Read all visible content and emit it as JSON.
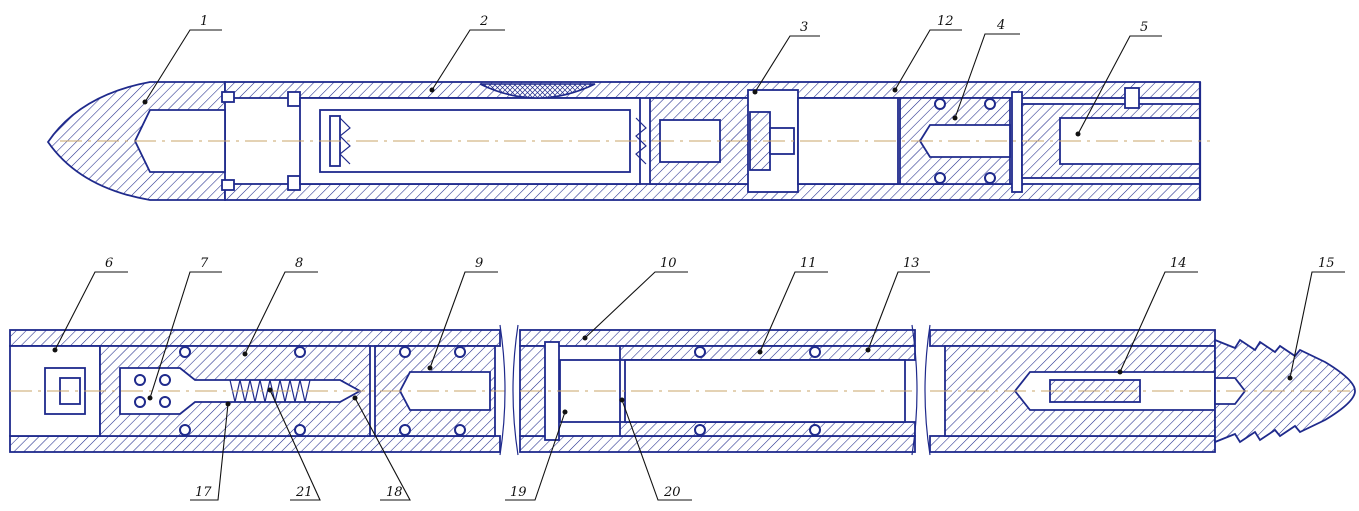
{
  "part_labels": [
    {
      "id": "1",
      "text": "1"
    },
    {
      "id": "2",
      "text": "2"
    },
    {
      "id": "3",
      "text": "3"
    },
    {
      "id": "12",
      "text": "12"
    },
    {
      "id": "4",
      "text": "4"
    },
    {
      "id": "5",
      "text": "5"
    },
    {
      "id": "6",
      "text": "6"
    },
    {
      "id": "7",
      "text": "7"
    },
    {
      "id": "8",
      "text": "8"
    },
    {
      "id": "9",
      "text": "9"
    },
    {
      "id": "10",
      "text": "10"
    },
    {
      "id": "11",
      "text": "11"
    },
    {
      "id": "13",
      "text": "13"
    },
    {
      "id": "14",
      "text": "14"
    },
    {
      "id": "15",
      "text": "15"
    },
    {
      "id": "17",
      "text": "17"
    },
    {
      "id": "21",
      "text": "21"
    },
    {
      "id": "18",
      "text": "18"
    },
    {
      "id": "19",
      "text": "19"
    },
    {
      "id": "20",
      "text": "20"
    }
  ],
  "colors": {
    "outline": "#1f2a8c",
    "axis": "#c9a46a",
    "leader": "#111111",
    "hatch": "#1f2a8c"
  }
}
